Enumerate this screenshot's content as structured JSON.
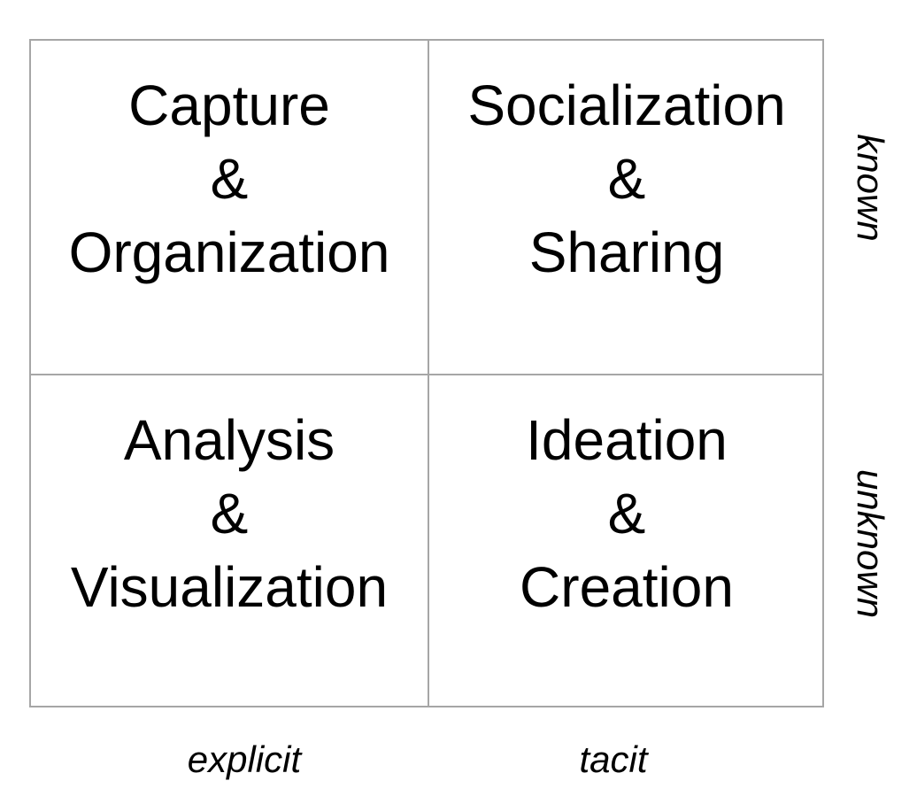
{
  "quadrants": {
    "top_left": {
      "line1": "Capture",
      "line2": "&",
      "line3": "Organization"
    },
    "top_right": {
      "line1": "Socialization",
      "line2": "&",
      "line3": "Sharing"
    },
    "bottom_left": {
      "line1": "Analysis",
      "line2": "&",
      "line3": "Visualization"
    },
    "bottom_right": {
      "line1": "Ideation",
      "line2": "&",
      "line3": "Creation"
    }
  },
  "x_axis": {
    "left": "explicit",
    "right": "tacit"
  },
  "y_axis": {
    "top": "known",
    "bottom": "unknown"
  },
  "colors": {
    "grid_line": "#a6a6a6",
    "text": "#000000",
    "background": "#ffffff"
  }
}
